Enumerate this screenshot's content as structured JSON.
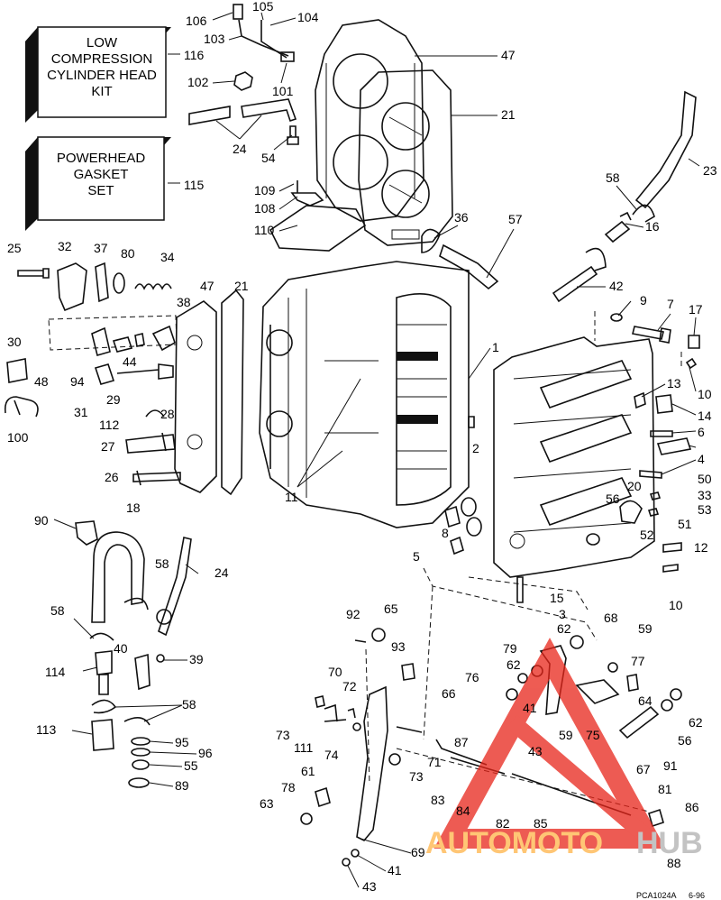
{
  "boxes": {
    "kit_line1": "LOW",
    "kit_line2": "COMPRESSION",
    "kit_line3": "CYLINDER HEAD",
    "kit_line4": "KIT",
    "gasket_line1": "POWERHEAD",
    "gasket_line2": "GASKET",
    "gasket_line3": "SET"
  },
  "callouts": [
    "106",
    "105",
    "104",
    "103",
    "116",
    "102",
    "101",
    "47",
    "21",
    "24",
    "54",
    "115",
    "109",
    "108",
    "110",
    "23",
    "58",
    "16",
    "36",
    "57",
    "42",
    "25",
    "32",
    "37",
    "80",
    "34",
    "38",
    "47",
    "21",
    "9",
    "7",
    "17",
    "30",
    "48",
    "94",
    "44",
    "31",
    "29",
    "28",
    "1",
    "10",
    "13",
    "14",
    "6",
    "100",
    "112",
    "27",
    "2",
    "26",
    "11",
    "4",
    "50",
    "33",
    "20",
    "56",
    "51",
    "53",
    "5",
    "8",
    "52",
    "12",
    "15",
    "10",
    "90",
    "18",
    "24",
    "58",
    "58",
    "92",
    "65",
    "3",
    "68",
    "62",
    "59",
    "79",
    "77",
    "93",
    "62",
    "40",
    "39",
    "114",
    "76",
    "66",
    "70",
    "72",
    "64",
    "62",
    "41",
    "58",
    "73",
    "111",
    "74",
    "59",
    "75",
    "56",
    "43",
    "113",
    "95",
    "96",
    "55",
    "89",
    "87",
    "61",
    "73",
    "71",
    "91",
    "67",
    "78",
    "63",
    "84",
    "82",
    "83",
    "85",
    "81",
    "86",
    "69",
    "41",
    "88",
    "43"
  ],
  "watermark": {
    "part1": "AUTOMOTO",
    "part2": "HUB",
    "accent": "#e8251a",
    "orange": "#ffb347",
    "gray": "#b0b0b0"
  },
  "figure_code": "PCA1024A",
  "figure_date": "6-96"
}
